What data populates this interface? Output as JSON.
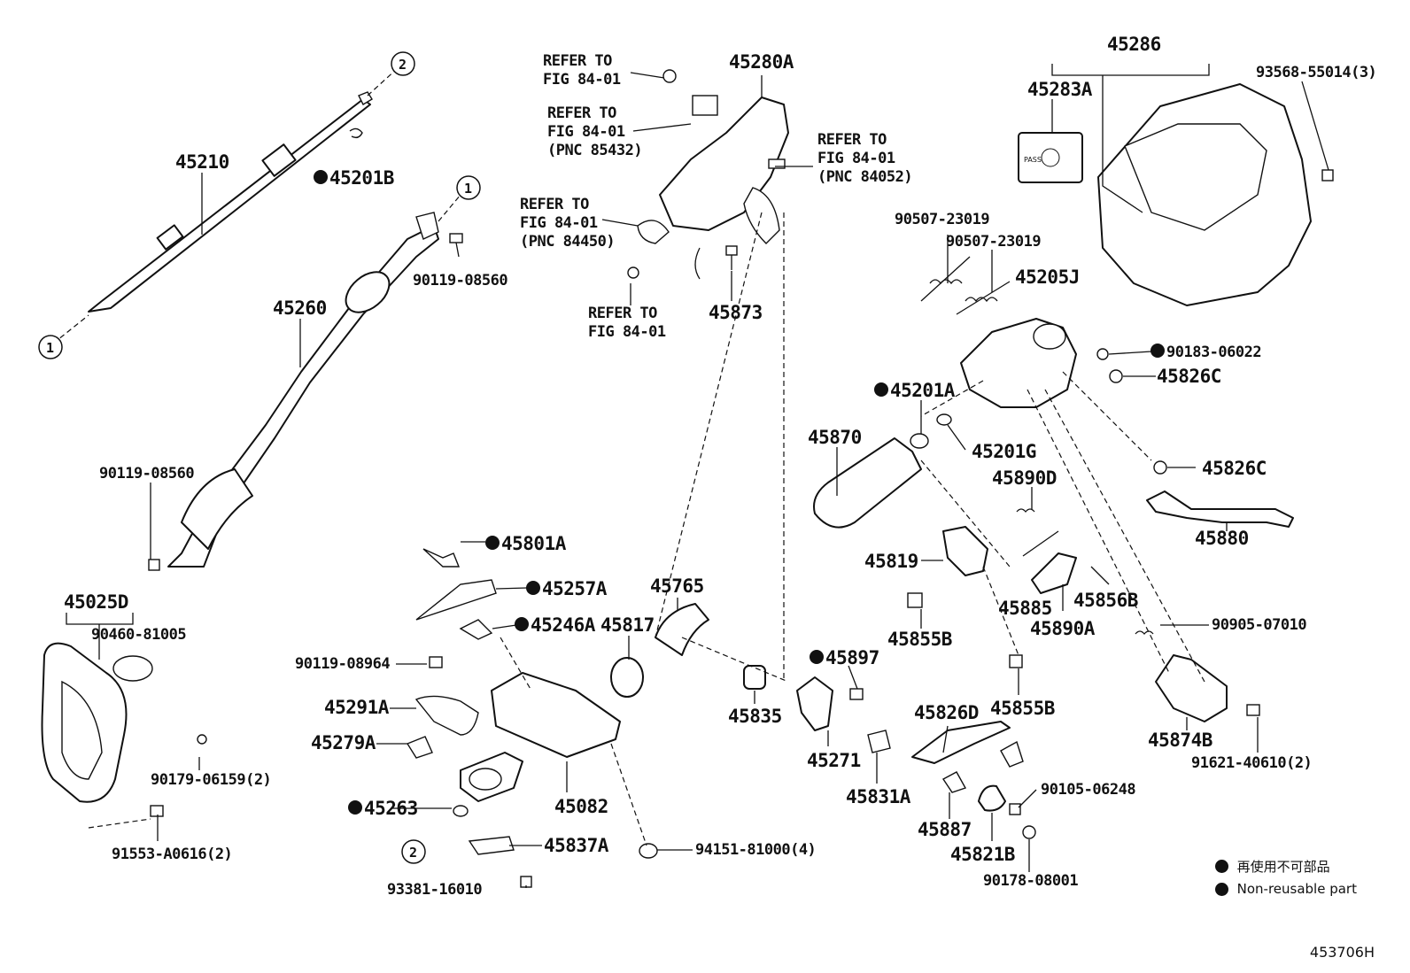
{
  "diagram": {
    "fig_code": "453706H",
    "legend": {
      "japanese": "再使用不可部品",
      "english": "Non-reusable part"
    },
    "callouts": {
      "c1": "1",
      "c2": "2"
    },
    "parts": {
      "p45210": "45210",
      "p45201B": "45201B",
      "p45260": "45260",
      "p90119_08560_a": "90119-08560",
      "p90119_08560_b": "90119-08560",
      "p45025D": "45025D",
      "p90460_81005": "90460-81005",
      "p90179_06159": "90179-06159(2)",
      "p91553_A0616": "91553-A0616(2)",
      "p45280A": "45280A",
      "p45873": "45873",
      "p45801A": "45801A",
      "p45257A": "45257A",
      "p45246A": "45246A",
      "p45817": "45817",
      "p45765": "45765",
      "p90119_08964": "90119-08964",
      "p45291A": "45291A",
      "p45279A": "45279A",
      "p45263": "45263",
      "p45082": "45082",
      "p45837A": "45837A",
      "p93381_16010": "93381-16010",
      "p94151_81000": "94151-81000(4)",
      "p45835": "45835",
      "p45897": "45897",
      "p45271": "45271",
      "p45831A": "45831A",
      "p45870": "45870",
      "p45201A": "45201A",
      "p45201G": "45201G",
      "p90507_23019_a": "90507-23019",
      "p90507_23019_b": "90507-23019",
      "p45205J": "45205J",
      "p45286": "45286",
      "p45283A": "45283A",
      "p93568_55014": "93568-55014(3)",
      "p90183_06022": "90183-06022",
      "p45826C_a": "45826C",
      "p45826C_b": "45826C",
      "p45880": "45880",
      "p45890D": "45890D",
      "p45819": "45819",
      "p45885": "45885",
      "p45856B": "45856B",
      "p45890A": "45890A",
      "p45855B_a": "45855B",
      "p45855B_b": "45855B",
      "p90905_07010": "90905-07010",
      "p45874B": "45874B",
      "p91621_40610": "91621-40610(2)",
      "p45826D": "45826D",
      "p45887": "45887",
      "p45821B": "45821B",
      "p90105_06248": "90105-06248",
      "p90178_08001": "90178-08001"
    },
    "refs": {
      "r1_l1": "REFER TO",
      "r1_l2": "FIG 84-01",
      "r2_l1": "REFER TO",
      "r2_l2": "FIG 84-01",
      "r2_l3": "(PNC 85432)",
      "r3_l1": "REFER TO",
      "r3_l2": "FIG 84-01",
      "r3_l3": "(PNC 84052)",
      "r4_l1": "REFER TO",
      "r4_l2": "FIG 84-01",
      "r4_l3": "(PNC 84450)",
      "r5_l1": "REFER TO",
      "r5_l2": "FIG 84-01"
    }
  }
}
